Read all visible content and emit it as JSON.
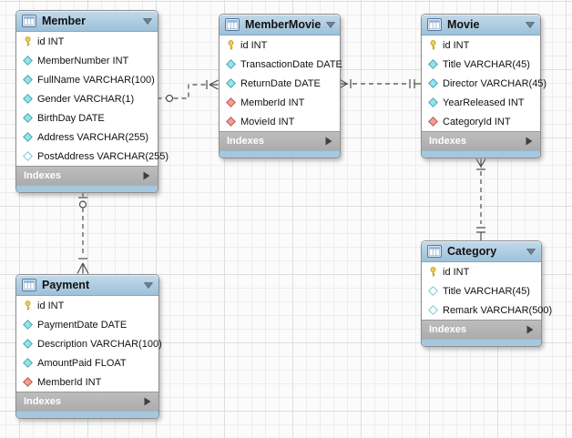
{
  "tables": [
    {
      "name": "Member",
      "footer_label": "Indexes",
      "columns": [
        {
          "label": "id INT",
          "type": "primary-key"
        },
        {
          "label": "MemberNumber INT",
          "type": "not-null"
        },
        {
          "label": "FullName VARCHAR(100)",
          "type": "not-null"
        },
        {
          "label": "Gender VARCHAR(1)",
          "type": "not-null"
        },
        {
          "label": "BirthDay DATE",
          "type": "not-null"
        },
        {
          "label": "Address VARCHAR(255)",
          "type": "not-null"
        },
        {
          "label": "PostAddress VARCHAR(255)",
          "type": "nullable"
        }
      ]
    },
    {
      "name": "MemberMovie",
      "footer_label": "Indexes",
      "columns": [
        {
          "label": "id INT",
          "type": "primary-key"
        },
        {
          "label": "TransactionDate DATE",
          "type": "not-null"
        },
        {
          "label": "ReturnDate DATE",
          "type": "not-null"
        },
        {
          "label": "MemberId INT",
          "type": "foreign-key"
        },
        {
          "label": "MovieId INT",
          "type": "foreign-key"
        }
      ]
    },
    {
      "name": "Movie",
      "footer_label": "Indexes",
      "columns": [
        {
          "label": "id INT",
          "type": "primary-key"
        },
        {
          "label": "Title VARCHAR(45)",
          "type": "not-null"
        },
        {
          "label": "Director VARCHAR(45)",
          "type": "not-null"
        },
        {
          "label": "YearReleased INT",
          "type": "not-null"
        },
        {
          "label": "CategoryId INT",
          "type": "foreign-key"
        }
      ]
    },
    {
      "name": "Payment",
      "footer_label": "Indexes",
      "columns": [
        {
          "label": "id INT",
          "type": "primary-key"
        },
        {
          "label": "PaymentDate DATE",
          "type": "not-null"
        },
        {
          "label": "Description VARCHAR(100)",
          "type": "not-null"
        },
        {
          "label": "AmountPaid FLOAT",
          "type": "not-null"
        },
        {
          "label": "MemberId INT",
          "type": "foreign-key"
        }
      ]
    },
    {
      "name": "Category",
      "footer_label": "Indexes",
      "columns": [
        {
          "label": "id INT",
          "type": "primary-key"
        },
        {
          "label": "Title VARCHAR(45)",
          "type": "nullable"
        },
        {
          "label": "Remark VARCHAR(500)",
          "type": "nullable"
        }
      ]
    }
  ],
  "relationships": [
    {
      "from": "MemberMovie.MemberId",
      "to": "Member.id",
      "from_end": "many",
      "to_end": "zero-or-one",
      "line": "dashed"
    },
    {
      "from": "MemberMovie.MovieId",
      "to": "Movie.id",
      "from_end": "many",
      "to_end": "one",
      "line": "dashed"
    },
    {
      "from": "Movie.CategoryId",
      "to": "Category.id",
      "from_end": "many",
      "to_end": "one",
      "line": "dashed"
    },
    {
      "from": "Payment.MemberId",
      "to": "Member.id",
      "from_end": "many",
      "to_end": "zero-or-one",
      "line": "dashed"
    }
  ],
  "colors": {
    "table_header": "#a9c9de",
    "indexes_bar": "#b3b3b3",
    "primary_key_icon": "#f0d050",
    "attribute_icon": "#8fe0ea",
    "foreign_key_icon": "#ef9d96",
    "connector": "#4d4d4d",
    "canvas_bg": "#fbfbfb"
  }
}
